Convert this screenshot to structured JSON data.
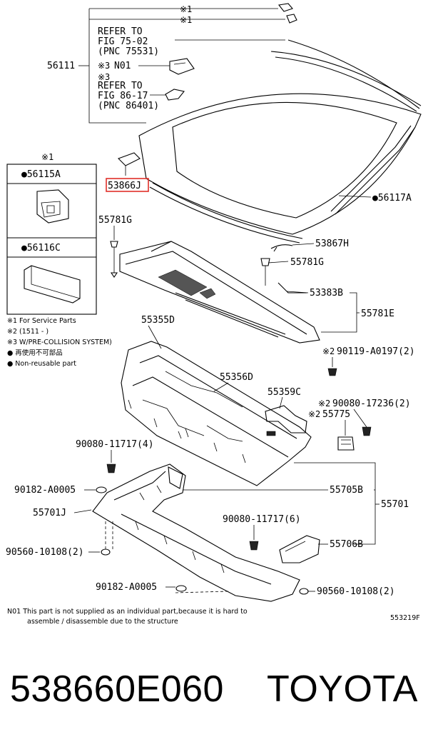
{
  "labels": {
    "note1_mark": "※1",
    "p56111": "56111",
    "refer1_line1": "REFER TO",
    "refer1_line2": "FIG 75-02",
    "refer1_line3": "(PNC 75531)",
    "n01_mark": "※3",
    "n01": "N01",
    "refer2_mark": "※3",
    "refer2_line1": "REFER TO",
    "refer2_line2": "FIG 86-17",
    "refer2_line3": "(PNC 86401)",
    "p56115a": "●56115A",
    "p56116c": "●56116C",
    "p53866j": "53866J",
    "p56117a": "●56117A",
    "p55781g_left": "55781G",
    "p53867h": "53867H",
    "p55781g_right": "55781G",
    "p53383b": "53383B",
    "p55781e": "55781E",
    "p55355d": "55355D",
    "p90119_mark": "※2",
    "p90119": "90119-A0197(2)",
    "p55356d": "55356D",
    "p55359c": "55359C",
    "p90080_17236_mark": "※2",
    "p90080_17236": "90080-17236(2)",
    "p55775_mark": "※2",
    "p55775": "55775",
    "p90080_11717_top": "90080-11717(4)",
    "p90182_a0005_left": "90182-A0005",
    "p55705b": "55705B",
    "p55701": "55701",
    "p55701j": "55701J",
    "p90080_11717_mid": "90080-11717(6)",
    "p90560_left": "90560-10108(2)",
    "p55706b": "55706B",
    "p90182_a0005_bottom": "90182-A0005",
    "p90560_bottom": "90560-10108(2)",
    "legend_note1": "※1 For Service Parts",
    "legend_note2": "※2 (1511 -      )",
    "legend_note3": "※3 W/PRE-COLLISION SYSTEM)",
    "legend_nonreusable_jp": "● 再使用不可部品",
    "legend_nonreusable_en": "● Non-reusable part",
    "n01_footnote_line1": "N01   This part is not supplied as an individual part,because it is hard to",
    "n01_footnote_line2": "assemble / disassemble due to the structure",
    "figure_code": "553219F"
  },
  "caption": {
    "part_number": "538660E060",
    "brand": "TOYOTA"
  },
  "colors": {
    "highlight_box": "#e0302a"
  }
}
